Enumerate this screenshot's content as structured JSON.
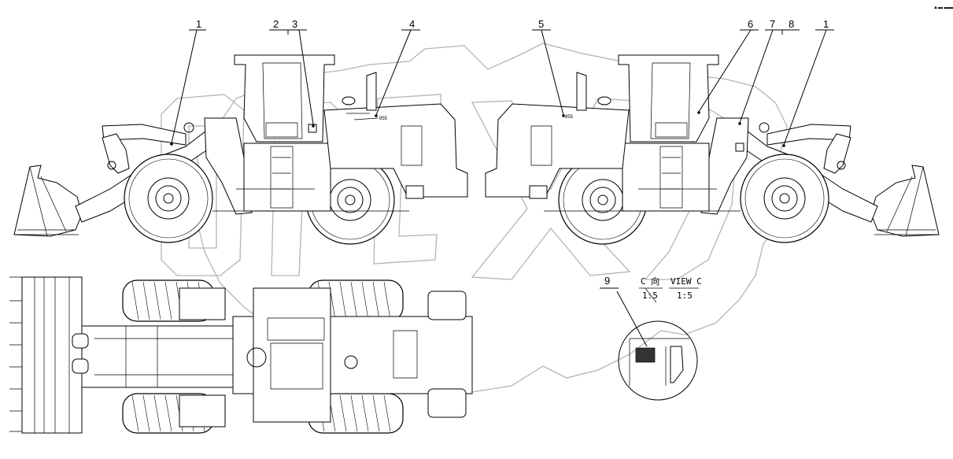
{
  "callouts": [
    "1",
    "2",
    "3",
    "4",
    "5",
    "6",
    "7",
    "8",
    "1",
    "9"
  ],
  "view_label": {
    "cn_line": "C 向",
    "cn_scale": "1:5",
    "en_line": "VIEW C",
    "en_scale": "1:5"
  },
  "logo_text": "855",
  "corner_mark": "▲▬ ▬▬▬",
  "watermark_text": "OPEX"
}
